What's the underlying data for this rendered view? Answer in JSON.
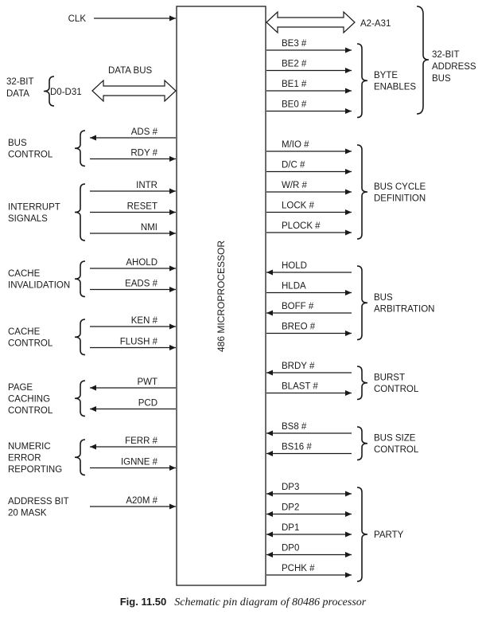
{
  "chip_label": "486 MICROPROCESSOR",
  "clk": "CLK",
  "data_bus": "DATA BUS",
  "data_d": "D0-D31",
  "data_group_line1": "32-BIT",
  "data_group_line2": "DATA",
  "addr_label": "A2-A31",
  "addr_group": [
    "32-BIT",
    "ADDRESS",
    "BUS"
  ],
  "left_groups": [
    {
      "lines": [
        "BUS",
        "CONTROL"
      ],
      "pins": [
        {
          "label": "ADS #",
          "dir": "out"
        },
        {
          "label": "RDY #",
          "dir": "in"
        }
      ]
    },
    {
      "lines": [
        "INTERRUPT",
        "SIGNALS"
      ],
      "pins": [
        {
          "label": "INTR",
          "dir": "in"
        },
        {
          "label": "RESET",
          "dir": "in"
        },
        {
          "label": "NMI",
          "dir": "in"
        }
      ]
    },
    {
      "lines": [
        "CACHE",
        "INVALIDATION"
      ],
      "pins": [
        {
          "label": "AHOLD",
          "dir": "in"
        },
        {
          "label": "EADS #",
          "dir": "in"
        }
      ]
    },
    {
      "lines": [
        "CACHE",
        "CONTROL"
      ],
      "pins": [
        {
          "label": "KEN #",
          "dir": "in"
        },
        {
          "label": "FLUSH #",
          "dir": "in"
        }
      ]
    },
    {
      "lines": [
        "PAGE",
        "CACHING",
        "CONTROL"
      ],
      "pins": [
        {
          "label": "PWT",
          "dir": "out"
        },
        {
          "label": "PCD",
          "dir": "out"
        }
      ]
    },
    {
      "lines": [
        "NUMERIC",
        "ERROR",
        "REPORTING"
      ],
      "pins": [
        {
          "label": "FERR #",
          "dir": "out"
        },
        {
          "label": "IGNNE #",
          "dir": "in"
        }
      ]
    },
    {
      "lines": [
        "ADDRESS BIT",
        "20 MASK"
      ],
      "pins": [
        {
          "label": "A20M #",
          "dir": "in"
        }
      ]
    }
  ],
  "right_groups": [
    {
      "lines": [
        "BYTE",
        "ENABLES"
      ],
      "pins": [
        {
          "label": "BE3 #",
          "dir": "out"
        },
        {
          "label": "BE2 #",
          "dir": "out"
        },
        {
          "label": "BE1 #",
          "dir": "out"
        },
        {
          "label": "BE0 #",
          "dir": "out"
        }
      ]
    },
    {
      "lines": [
        "BUS CYCLE",
        "DEFINITION"
      ],
      "pins": [
        {
          "label": "M/IO #",
          "dir": "out"
        },
        {
          "label": "D/C #",
          "dir": "out"
        },
        {
          "label": "W/R #",
          "dir": "out"
        },
        {
          "label": "LOCK #",
          "dir": "out"
        },
        {
          "label": "PLOCK #",
          "dir": "out"
        }
      ]
    },
    {
      "lines": [
        "BUS",
        "ARBITRATION"
      ],
      "pins": [
        {
          "label": "HOLD",
          "dir": "in"
        },
        {
          "label": "HLDA",
          "dir": "out"
        },
        {
          "label": "BOFF #",
          "dir": "in"
        },
        {
          "label": "BREO #",
          "dir": "out"
        }
      ]
    },
    {
      "lines": [
        "BURST",
        "CONTROL"
      ],
      "pins": [
        {
          "label": "BRDY  #",
          "dir": "in"
        },
        {
          "label": "BLAST  #",
          "dir": "out"
        }
      ]
    },
    {
      "lines": [
        "BUS SIZE",
        "CONTROL"
      ],
      "pins": [
        {
          "label": "BS8 #",
          "dir": "in"
        },
        {
          "label": "BS16 #",
          "dir": "in"
        }
      ]
    },
    {
      "lines": [
        "PARTY"
      ],
      "pins": [
        {
          "label": "DP3",
          "dir": "bi"
        },
        {
          "label": "DP2",
          "dir": "bi"
        },
        {
          "label": "DP1",
          "dir": "bi"
        },
        {
          "label": "DP0",
          "dir": "bi"
        },
        {
          "label": "PCHK #",
          "dir": "out"
        }
      ]
    }
  ],
  "caption": {
    "fig": "Fig. 11.50",
    "title": "Schematic pin diagram of 80486 processor"
  }
}
